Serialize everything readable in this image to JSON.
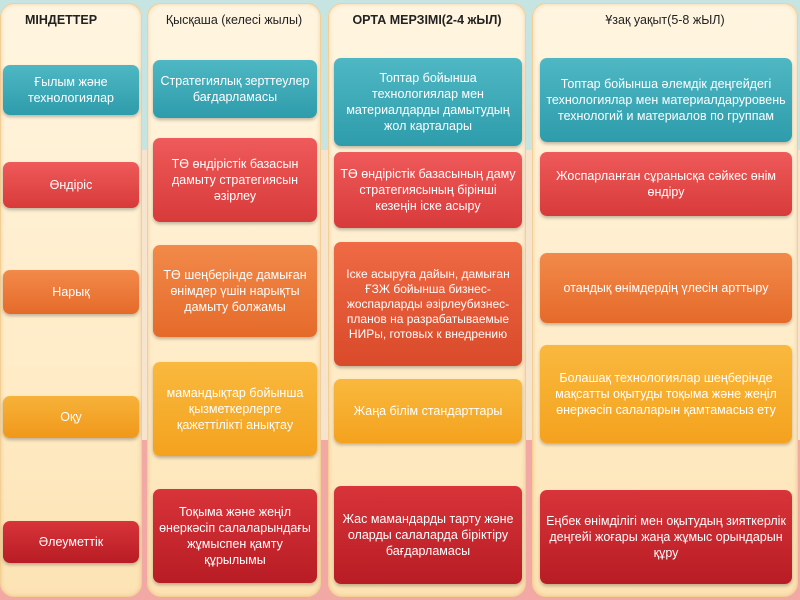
{
  "columns": {
    "tasks": "МІНДЕТТЕР",
    "short": "Қысқаша (келесі жылы)",
    "medium": "ОРТА МЕРЗІМІ(2-4 жЫЛ)",
    "long": "Ұзақ уақыт(5-8 жЫЛ)"
  },
  "rows": [
    {
      "task": "Ғылым және технологиялар",
      "short": "Стратегиялық зерттеулер бағдарламасы",
      "medium": "Топтар бойынша технологиялар мен материалдарды дамытудың жол карталары",
      "long": "Топтар бойынша әлемдік деңгейдегі технологиялар мен материалдаруровень технологий и материалов по группам"
    },
    {
      "task": "Өндіріс",
      "short": "ТӨ өндірістік базасын дамыту стратегиясын әзірлеу",
      "medium": "ТӨ өндірістік базасының даму стратегиясының бірінші кезеңін іске асыру",
      "long": "Жоспарланған сұранысқа сәйкес өнім өндіру"
    },
    {
      "task": "Нарық",
      "short": "ТӨ шеңберінде дамыған өнімдер үшін нарықты дамыту болжамы",
      "medium": "Іске асыруға дайын, дамыған ҒЗЖ бойынша бизнес-жоспарларды әзірлеубизнес-планов на разрабатываемые НИРы, готовых к внедрению",
      "long": "отандық өнімдердің үлесін арттыру"
    },
    {
      "task": "Оқу",
      "short": "мамандықтар бойынша қызметкерлерге қажеттілікті анықтау",
      "medium": "Жаңа білім стандарттары",
      "long": "Болашақ технологиялар шеңберінде мақсатты оқытуды тоқыма және жеңіл өнеркәсіп салаларын қамтамасыз ету"
    },
    {
      "task": "Әлеуметтік",
      "short": "Тоқыма және жеңіл өнеркәсіп салаларындағы жұмыспен қамту құрылымы",
      "medium": "Жас мамандарды тарту және оларды салаларда біріктіру бағдарламасы",
      "long": "Еңбек өнімділігі мен оқытудың зияткерлік деңгейі жоғары жаңа жұмыс орындарын құру"
    }
  ]
}
